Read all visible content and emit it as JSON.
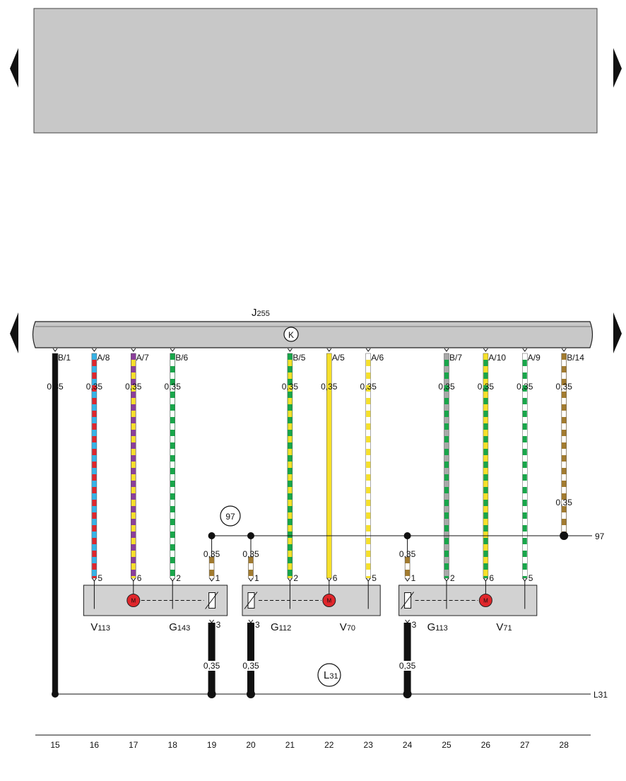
{
  "header_panel": {},
  "control_unit": {
    "label": "J",
    "label_sub": "255",
    "symbol": "K"
  },
  "columns": [
    "15",
    "16",
    "17",
    "18",
    "19",
    "20",
    "21",
    "22",
    "23",
    "24",
    "25",
    "26",
    "27",
    "28"
  ],
  "wires": [
    {
      "x": 15,
      "pin": "B/1",
      "gauge": "0,35",
      "colors": [
        "#111111"
      ]
    },
    {
      "x": 16,
      "pin": "A/8",
      "gauge": "0,35",
      "colors": [
        "#37b3e6",
        "#e0262b"
      ],
      "comp_pin": "5"
    },
    {
      "x": 17,
      "pin": "A/7",
      "gauge": "0,35",
      "colors": [
        "#8a3f9a",
        "#f6e02a"
      ],
      "comp_pin": "6"
    },
    {
      "x": 18,
      "pin": "B/6",
      "gauge": "0,35",
      "colors": [
        "#18a64a",
        "#ffffff"
      ],
      "comp_pin": "2"
    },
    {
      "x": 21,
      "pin": "B/5",
      "gauge": "0,35",
      "colors": [
        "#18a64a",
        "#f6e02a"
      ],
      "comp_pin": "2"
    },
    {
      "x": 22,
      "pin": "A/5",
      "gauge": "0,35",
      "colors": [
        "#f6e02a"
      ],
      "comp_pin": "6"
    },
    {
      "x": 23,
      "pin": "A/6",
      "gauge": "0,35",
      "colors": [
        "#ffffff",
        "#f6e02a"
      ],
      "comp_pin": "5"
    },
    {
      "x": 25,
      "pin": "B/7",
      "gauge": "0,35",
      "colors": [
        "#a8a8a8",
        "#18a64a"
      ],
      "comp_pin": "2"
    },
    {
      "x": 26,
      "pin": "A/10",
      "gauge": "0,35",
      "colors": [
        "#f6e02a",
        "#18a64a"
      ],
      "comp_pin": "6"
    },
    {
      "x": 27,
      "pin": "A/9",
      "gauge": "0,35",
      "colors": [
        "#ffffff",
        "#18a64a"
      ],
      "comp_pin": "5"
    },
    {
      "x": 28,
      "pin": "B/14",
      "gauge": "0,35",
      "colors": [
        "#a27b2f",
        "#ffffff"
      ]
    }
  ],
  "bus_97": {
    "label": "97",
    "end_label": "97",
    "drops": [
      {
        "x": 19,
        "gauge": "0,35",
        "comp_pin": "1"
      },
      {
        "x": 20,
        "gauge": "0,35",
        "comp_pin": "1"
      },
      {
        "x": 24,
        "gauge": "0,35",
        "comp_pin": "1"
      }
    ],
    "wire_color": "#a27b2f"
  },
  "bus_L31": {
    "label": "L",
    "label_sub": "31",
    "end_label": "L31",
    "drops": [
      {
        "x": 19,
        "gauge": "0,35",
        "comp_pin": "3"
      },
      {
        "x": 20,
        "gauge": "0,35",
        "comp_pin": "3"
      },
      {
        "x": 24,
        "gauge": "0,35",
        "comp_pin": "3"
      }
    ]
  },
  "components": [
    {
      "labels": [
        {
          "main": "V",
          "sub": "113"
        },
        {
          "main": "G",
          "sub": "143"
        }
      ]
    },
    {
      "labels": [
        {
          "main": "G",
          "sub": "112"
        },
        {
          "main": "V",
          "sub": "70"
        }
      ]
    },
    {
      "labels": [
        {
          "main": "G",
          "sub": "113"
        },
        {
          "main": "V",
          "sub": "71"
        }
      ]
    }
  ],
  "motor_symbol": "M",
  "colors": {
    "panel_gray": "#c8c8c8",
    "box_gray": "#d2d2d2",
    "motor_red": "#e0262b",
    "line": "#111111"
  }
}
